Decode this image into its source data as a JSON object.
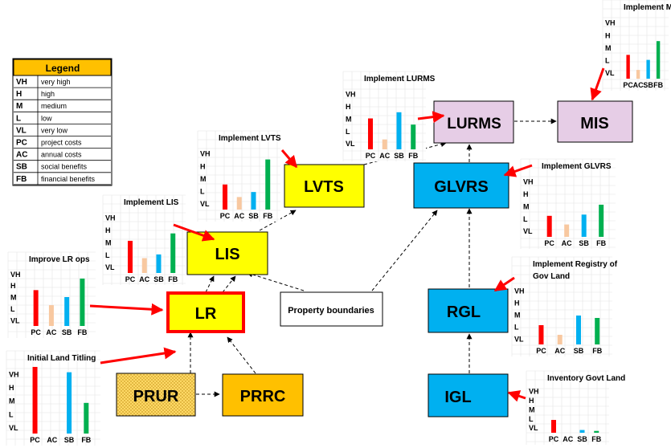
{
  "legend": {
    "title": "Legend",
    "rows": [
      {
        "code": "VH",
        "text": "very high"
      },
      {
        "code": "H",
        "text": "high"
      },
      {
        "code": "M",
        "text": "medium"
      },
      {
        "code": "L",
        "text": "low"
      },
      {
        "code": "VL",
        "text": "very low"
      },
      {
        "code": "PC",
        "text": "project costs"
      },
      {
        "code": "AC",
        "text": "annual costs"
      },
      {
        "code": "SB",
        "text": "social benefits"
      },
      {
        "code": "FB",
        "text": "financial benefits"
      }
    ]
  },
  "nodes": {
    "prur": "PRUR",
    "prrc": "PRRC",
    "lr": "LR",
    "lis": "LIS",
    "lvts": "LVTS",
    "lurms": "LURMS",
    "mis": "MIS",
    "glvrs": "GLVRS",
    "rgl": "RGL",
    "igl": "IGL",
    "property": "Property boundaries"
  },
  "colors": {
    "yellow": "#ffff00",
    "orange": "#ffc000",
    "blue": "#00b0f0",
    "lavender": "#e6cde6",
    "arrow_red": "#ff0000",
    "bar_pc": "#ff0000",
    "bar_ac": "#f8c8a0",
    "bar_sb": "#00b0f0",
    "bar_fb": "#00b050"
  },
  "chart_levels": [
    "VH",
    "H",
    "M",
    "L",
    "VL"
  ],
  "chart_categories": [
    "PC",
    "AC",
    "SB",
    "FB"
  ],
  "chart_data": [
    {
      "type": "bar",
      "title": "Initial Land Titling",
      "categories": [
        "PC",
        "AC",
        "SB",
        "FB"
      ],
      "values": [
        5.0,
        0,
        4.6,
        2.3
      ],
      "ylim": [
        0,
        5
      ]
    },
    {
      "type": "bar",
      "title": "Improve LR ops",
      "categories": [
        "PC",
        "AC",
        "SB",
        "FB"
      ],
      "values": [
        3.1,
        1.8,
        2.5,
        4.1
      ],
      "ylim": [
        0,
        5
      ]
    },
    {
      "type": "bar",
      "title": "Implement LIS",
      "categories": [
        "PC",
        "AC",
        "SB",
        "FB"
      ],
      "values": [
        2.6,
        1.2,
        1.5,
        3.2
      ],
      "ylim": [
        0,
        5
      ]
    },
    {
      "type": "bar",
      "title": "Implement LVTS",
      "categories": [
        "PC",
        "AC",
        "SB",
        "FB"
      ],
      "values": [
        2.0,
        1.0,
        1.4,
        4.0
      ],
      "ylim": [
        0,
        5
      ]
    },
    {
      "type": "bar",
      "title": "Implement LURMS",
      "categories": [
        "PC",
        "AC",
        "SB",
        "FB"
      ],
      "values": [
        2.5,
        0.8,
        3.0,
        2.0
      ],
      "ylim": [
        0,
        5
      ]
    },
    {
      "type": "bar",
      "title": "Implement MIS",
      "categories": [
        "PC",
        "AC",
        "SB",
        "FB"
      ],
      "values": [
        1.9,
        0.7,
        1.5,
        3.0
      ],
      "ylim": [
        0,
        5
      ]
    },
    {
      "type": "bar",
      "title": "Implement GLVRS",
      "categories": [
        "PC",
        "AC",
        "SB",
        "FB"
      ],
      "values": [
        1.7,
        1.0,
        1.8,
        2.6
      ],
      "ylim": [
        0,
        5
      ]
    },
    {
      "type": "bar",
      "title": "Implement Registry of Gov Land",
      "categories": [
        "PC",
        "AC",
        "SB",
        "FB"
      ],
      "values": [
        1.6,
        0.8,
        2.4,
        2.2
      ],
      "ylim": [
        0,
        5
      ]
    },
    {
      "type": "bar",
      "title": "Inventory Govt Land",
      "categories": [
        "PC",
        "AC",
        "SB",
        "FB"
      ],
      "values": [
        1.4,
        0,
        0.3,
        0.2
      ],
      "ylim": [
        0,
        5
      ]
    }
  ]
}
